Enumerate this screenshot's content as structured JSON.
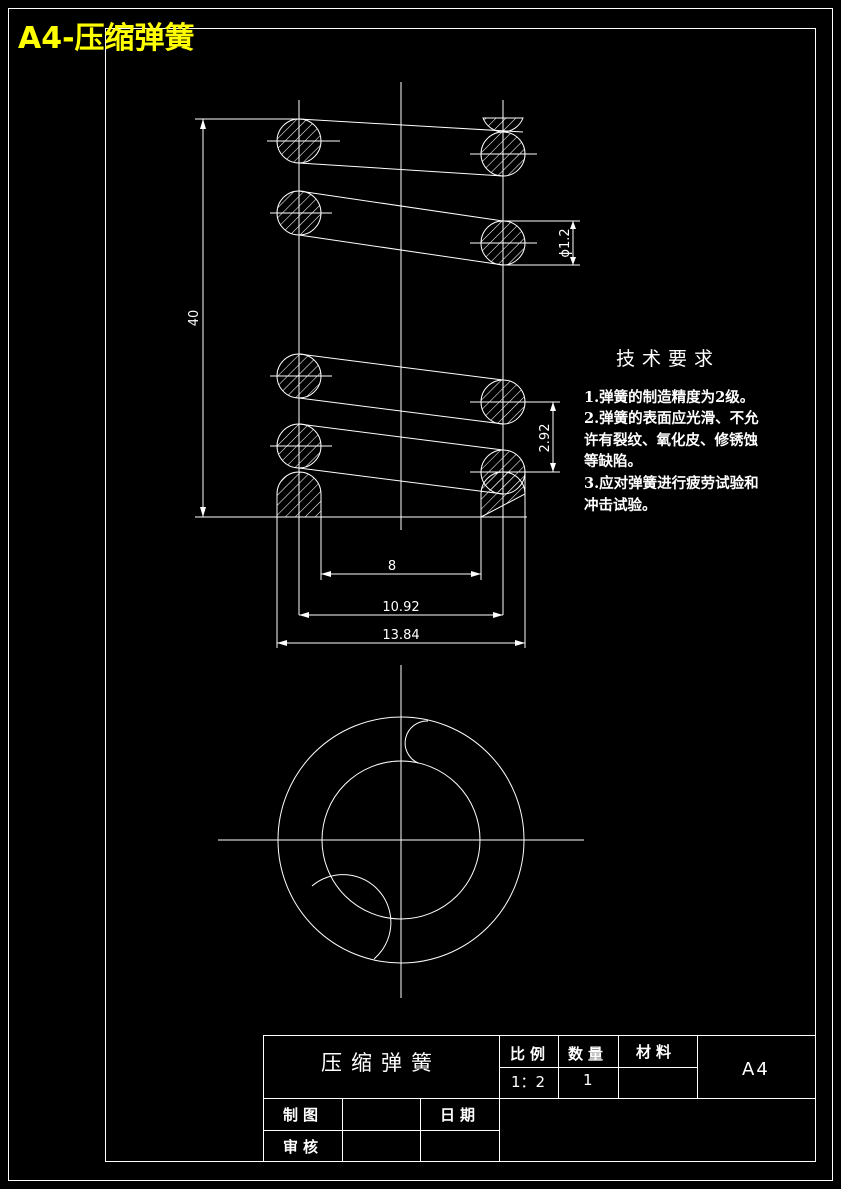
{
  "header": {
    "title": "A4-压缩弹簧"
  },
  "dimensions": {
    "free_length": "40",
    "wire_diameter": "ϕ1.2",
    "pitch": "2.92",
    "inner_diameter": "8",
    "mean_diameter": "10.92",
    "outer_diameter": "13.84"
  },
  "technical_requirements": {
    "heading": "技术要求",
    "lines": [
      "1.弹簧的制造精度为2级。",
      "2.弹簧的表面应光滑、不允",
      "许有裂纹、氧化皮、修锈蚀",
      "等缺陷。",
      "3.应对弹簧进行疲劳试验和",
      "冲击试验。"
    ]
  },
  "title_block": {
    "part_name": "压缩弹簧",
    "scale_label": "比例",
    "scale_value": "1：2",
    "quantity_label": "数量",
    "quantity_value": "1",
    "material_label": "材料",
    "material_value": "",
    "drawing_code": "A4",
    "drawn_by_label": "制图",
    "date_label": "日期",
    "checked_by_label": "审核"
  },
  "colors": {
    "background": "#000000",
    "lines": "#ffffff",
    "title": "#ffff00"
  }
}
